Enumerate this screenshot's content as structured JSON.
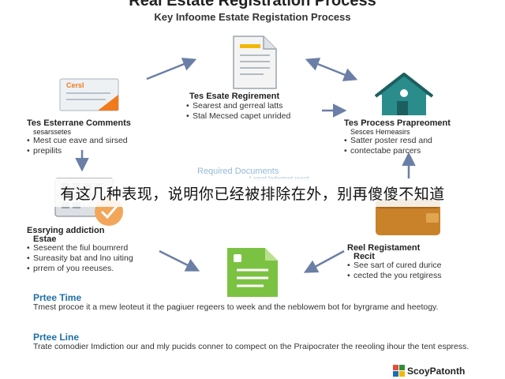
{
  "header": {
    "title": "Real Estate Registration Process",
    "subtitle": "Key Infoome Estate Registation Process"
  },
  "nodes": {
    "top_center": {
      "icon": "document-icon",
      "title": "Tes Esate Regirement",
      "bullets": [
        "Searest and gerreal latts",
        "Stal Mecsed capet unrided"
      ]
    },
    "left_upper": {
      "icon": "form-card-icon",
      "card_label": "Cersl",
      "title": "Tes Esterrane Comments",
      "subtitle": "sesarssetes",
      "bullets": [
        "Mest cue eave and sirsed",
        "prepilits"
      ]
    },
    "right_upper": {
      "icon": "house-icon",
      "title": "Tes Process Prapreoment",
      "subtitle": "Sesces  Herneasirs",
      "bullets": [
        "Satter poster resd and",
        "contectabe parcers"
      ]
    },
    "left_lower": {
      "icon": "calendar-check-icon",
      "title": "Essrying addiction",
      "subtitle": "Estae",
      "bullets": [
        "Seseent the fiul boumrerd",
        "Sureasity bat and lno uiting",
        "prrem of you reeuses."
      ]
    },
    "right_lower": {
      "icon": "wallet-icon",
      "title": "Reel Registament",
      "subtitle": "Recit",
      "bullets": [
        "See sart of cured durice",
        "cected the you retgiress"
      ]
    },
    "center_lower": {
      "icon": "spreadsheet-document-icon",
      "faded_label": "Required Documents",
      "faded_sub": "Lamel  lodermet  reeat"
    }
  },
  "banner": {
    "text": "有这几种表现，说明你已经被排除在外，别再傻傻不知道"
  },
  "sections": [
    {
      "heading": "Prtee Time",
      "body": "Tmest procoe it a mew leoteut it the pagiuer regeers to week and the neblowem bot for byrgrame and heetogy."
    },
    {
      "heading": "Prtee Line",
      "body": "Trate comodier Imdiction our and mly pucids conner to compect on the Praipocrater the reeoling ihour the tent espress."
    }
  ],
  "brand": {
    "name": "ScoyPatonth",
    "colors": [
      "#e84c3d",
      "#2f8f3a",
      "#1c6fb5",
      "#f2b705"
    ]
  },
  "colors": {
    "arrow": "#6b7fa6",
    "accent_orange": "#f07a1c",
    "teal": "#2b8c8c",
    "green_doc": "#7cc242",
    "section_blue": "#1f6fa8"
  }
}
